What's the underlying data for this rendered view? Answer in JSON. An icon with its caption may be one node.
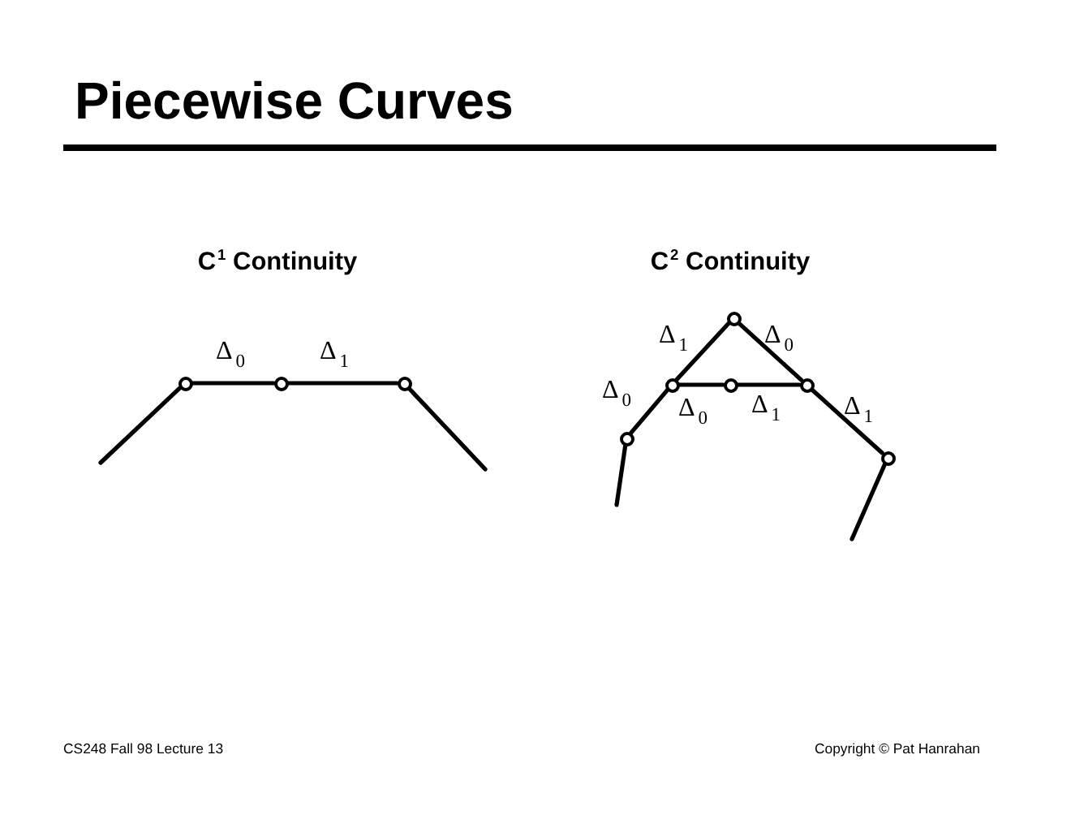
{
  "diagram": {
    "title": "Piecewise Curves",
    "nodes": [
      {
        "text": [],
        "shape": "circle"
      },
      {
        "text": [],
        "shape": "circle"
      },
      {
        "text": [],
        "shape": "circle"
      },
      {
        "text": [],
        "shape": "circle"
      },
      {
        "text": [],
        "shape": "circle"
      },
      {
        "text": [],
        "shape": "circle"
      },
      {
        "text": [],
        "shape": "circle"
      },
      {
        "text": [],
        "shape": "circle"
      },
      {
        "text": [],
        "shape": "circle"
      }
    ],
    "edges": [
      {
        "from": null,
        "to": 0,
        "arrow": "none"
      },
      {
        "from": 0,
        "to": 1,
        "arrow": "none",
        "label": "Δ$_{0}$"
      },
      {
        "from": 1,
        "to": 2,
        "arrow": "none",
        "label": "Δ$_{1}$"
      },
      {
        "from": 2,
        "to": null,
        "arrow": "none"
      },
      {
        "from": null,
        "to": 3,
        "arrow": "none"
      },
      {
        "from": 3,
        "to": 4,
        "arrow": "none",
        "label": "Δ$_{0}$"
      },
      {
        "from": 4,
        "to": 6,
        "arrow": "none",
        "label": "Δ$_{1}$"
      },
      {
        "from": 6,
        "to": 7,
        "arrow": "none",
        "label": "Δ$_{0}$"
      },
      {
        "from": 4,
        "to": 5,
        "arrow": "none",
        "label": "Δ$_{0}$"
      },
      {
        "from": 5,
        "to": 7,
        "arrow": "none",
        "label": "Δ$_{1}$"
      },
      {
        "from": 7,
        "to": 8,
        "arrow": "none",
        "label": "Δ$_{1}$"
      },
      {
        "from": 8,
        "to": null,
        "arrow": "none"
      }
    ],
    "labels": [
      "C$^{1}$ Continuity",
      "C$^{2}$ Continuity",
      "CS248 Fall 98 Lecture 13",
      "Copyright © Pat Hanrahan"
    ]
  }
}
